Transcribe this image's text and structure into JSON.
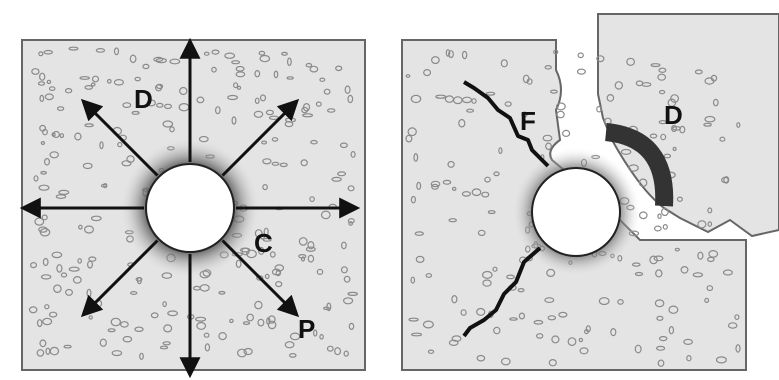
{
  "colors": {
    "background": "#ffffff",
    "concrete_fill": "#e4e4e4",
    "aggregate": "#8a8a8a",
    "ink": "#111111",
    "rust_halo": "#3a3a3a",
    "bar": "#ffffff"
  },
  "panels": [
    {
      "name": "intact-specimen",
      "labels": {
        "center": "C",
        "arrow": "P",
        "top": "D"
      },
      "arrow_directions_deg": [
        0,
        45,
        90,
        135,
        180,
        225,
        270,
        315
      ]
    },
    {
      "name": "cracked-specimen",
      "labels": {
        "crack": "F",
        "spall": "D"
      }
    }
  ]
}
